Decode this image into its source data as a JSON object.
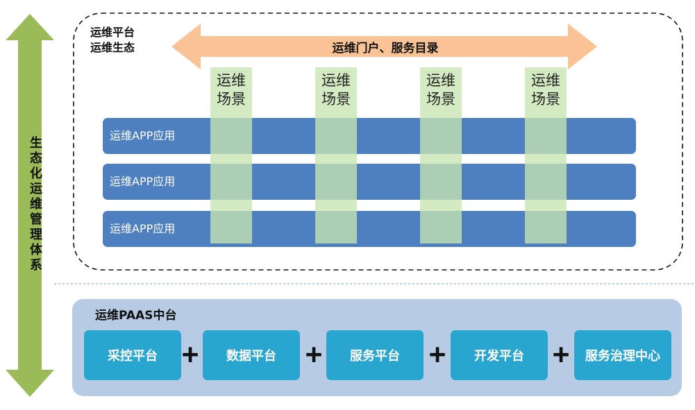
{
  "colors": {
    "vertical_arrow": "#9bbb59",
    "portal_arrow": "#f9c396",
    "app_row": "#4e7fbe",
    "scene_column": "#c6e4b2",
    "paas_box": "#b7cce4",
    "module": "#28a6cf",
    "divider": "#8aaed4"
  },
  "left_axis": {
    "label": "生态化运维管理体系",
    "icon": "double-headed-vertical-arrow"
  },
  "platform": {
    "title_line1": "运维平台",
    "title_line2": "运维生态",
    "portal_label": "运维门户、服务目录",
    "portal_icon": "double-headed-horizontal-arrow",
    "scenes": [
      "运维场景",
      "运维场景",
      "运维场景",
      "运维场景"
    ],
    "app_rows": [
      "运维APP应用",
      "运维APP应用",
      "运维APP应用"
    ]
  },
  "paas": {
    "title": "运维PAAS中台",
    "modules": [
      "采控平台",
      "数据平台",
      "服务平台",
      "开发平台",
      "服务治理中心"
    ],
    "plus_sign": "+"
  }
}
